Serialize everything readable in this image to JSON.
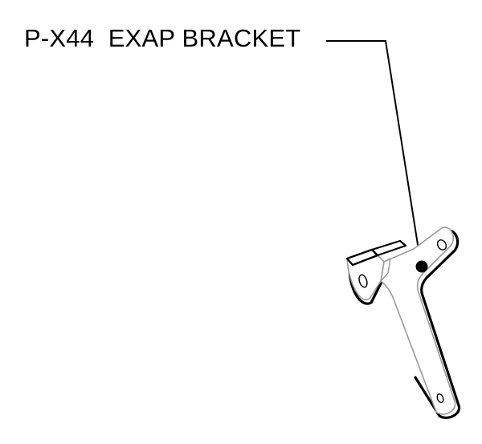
{
  "diagram": {
    "callout": {
      "part_number": "P-X44",
      "part_name": "EXAP BRACKET",
      "label": "P-X44  EXAP BRACKET"
    },
    "colors": {
      "ink": "#000000",
      "part_edge": "#9a9a9a",
      "background": "#ffffff"
    }
  }
}
